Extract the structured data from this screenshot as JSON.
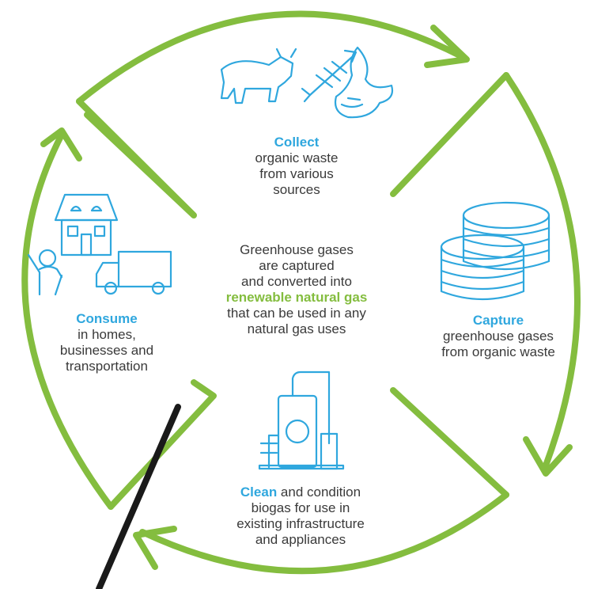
{
  "colors": {
    "cycle_green": "#84bd3f",
    "icon_blue": "#2fa7de",
    "text_gray": "#3a3a3a",
    "pointer_black": "#1a1a1a"
  },
  "collect": {
    "keyword": "Collect",
    "line1": "organic waste",
    "line2": "from various",
    "line3": "sources",
    "icons": [
      "cow-icon",
      "fish-bone-icon",
      "food-scraps-icon"
    ]
  },
  "capture": {
    "keyword": "Capture",
    "line1": "greenhouse gases",
    "line2": "from organic waste",
    "icons": [
      "digester-tank-icon"
    ]
  },
  "clean": {
    "keyword": "Clean",
    "line1_rest": " and condition",
    "line2": "biogas for use in",
    "line3": "existing infrastructure",
    "line4": "and appliances",
    "icons": [
      "processing-plant-icon"
    ]
  },
  "consume": {
    "keyword": "Consume",
    "line1": "in homes,",
    "line2": "businesses and",
    "line3": "transportation",
    "icons": [
      "house-icon",
      "person-icon",
      "truck-icon"
    ]
  },
  "center": {
    "line1": "Greenhouse gases",
    "line2": "are captured",
    "line3": "and converted into",
    "highlight": "renewable natural gas",
    "line5": "that can be used in any",
    "line6": "natural gas uses"
  }
}
